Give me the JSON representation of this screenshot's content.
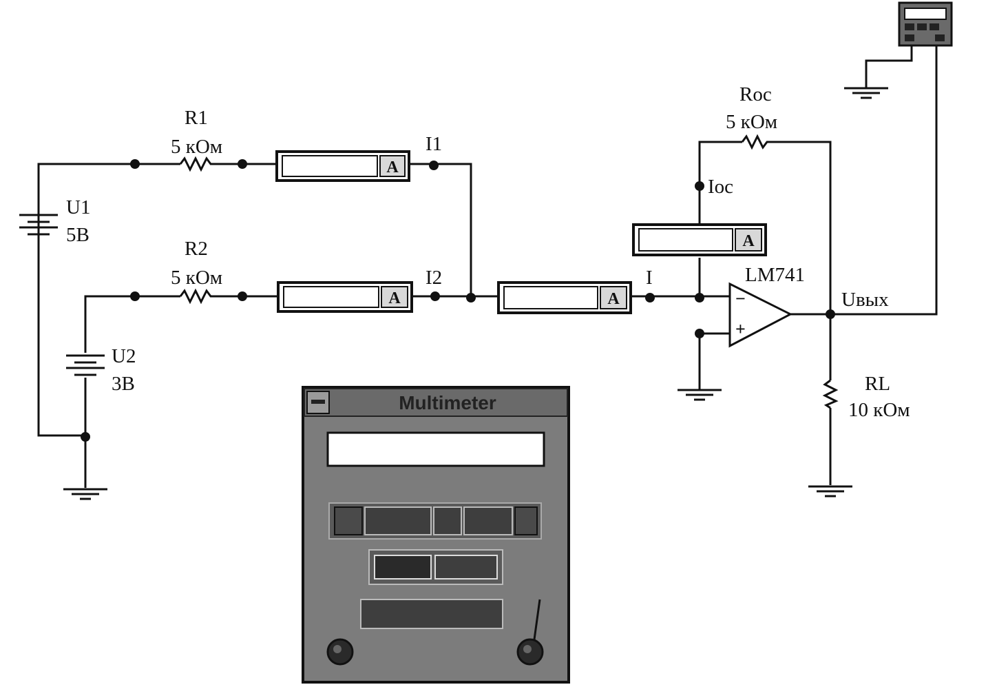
{
  "colors": {
    "line": "#111111",
    "background": "#ffffff",
    "meter_face": "#8a8a8a",
    "meter_dark": "#2a2a2a"
  },
  "components": {
    "r1": {
      "name": "R1",
      "value": "5 кОм"
    },
    "r2": {
      "name": "R2",
      "value": "5 кОм"
    },
    "roc": {
      "name": "Roc",
      "value": "5 кОм"
    },
    "rl": {
      "name": "RL",
      "value": "10 кОм"
    },
    "u1": {
      "name": "U1",
      "value": "5В"
    },
    "u2": {
      "name": "U2",
      "value": "3В"
    },
    "opamp": {
      "name": "LM741",
      "minus": "−",
      "plus": "+"
    }
  },
  "ammeters": [
    {
      "id": "am-i1",
      "label": "A"
    },
    {
      "id": "am-i2",
      "label": "A"
    },
    {
      "id": "am-i",
      "label": "A"
    },
    {
      "id": "am-ioc",
      "label": "A"
    }
  ],
  "node_labels": {
    "i1": "I1",
    "i2": "I2",
    "i": "I",
    "ioc": "Ioc",
    "uout": "Uвых"
  },
  "multimeter": {
    "title": "Multimeter",
    "icons": [
      "window-menu-icon",
      "multimeter-icon",
      "ground-icon",
      "terminal-icon"
    ]
  }
}
